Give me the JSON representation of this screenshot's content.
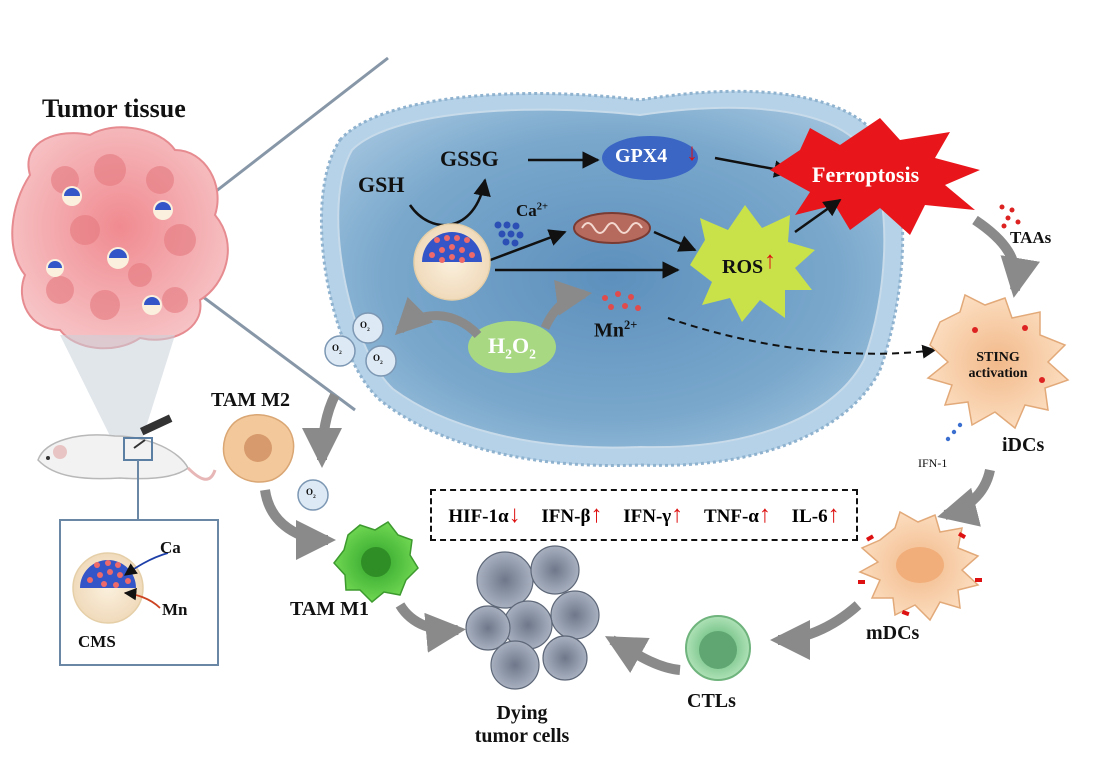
{
  "labels": {
    "tumor_tissue": "Tumor tissue",
    "gssg": "GSSG",
    "gsh": "GSH",
    "gpx4": "GPX4",
    "ferroptosis": "Ferroptosis",
    "ca_ion": "Ca",
    "ca_charge": "2+",
    "ros": "ROS",
    "taas": "TAAs",
    "o2": "O",
    "o2_sub": "2",
    "h2o2_h": "H",
    "h2o2_2a": "2",
    "h2o2_o": "O",
    "h2o2_2b": "2",
    "mn_ion": "Mn",
    "mn_charge": "2+",
    "sting_line1": "STING",
    "sting_line2": "activation",
    "tam_m2": "TAM M2",
    "idcs": "iDCs",
    "ifn1": "IFN-1",
    "tam_m1": "TAM M1",
    "mdcs": "mDCs",
    "ctls": "CTLs",
    "dying_line1": "Dying",
    "dying_line2": "tumor cells",
    "inset_ca": "Ca",
    "inset_mn": "Mn",
    "inset_cms": "CMS"
  },
  "markers": [
    {
      "name": "HIF-1α",
      "arrow": "↓"
    },
    {
      "name": "IFN-β",
      "arrow": "↑"
    },
    {
      "name": "IFN-γ",
      "arrow": "↑"
    },
    {
      "name": "TNF-α",
      "arrow": "↑"
    },
    {
      "name": "IL-6",
      "arrow": "↑"
    }
  ],
  "arrows": {
    "down": "↓",
    "up": "↑"
  },
  "colors": {
    "cell_fill": "#a8c8e0",
    "cell_inner": "#6f9fc4",
    "membrane": "#9cbbd6",
    "gpx4": "#3b66c4",
    "ferroptosis": "#e8161a",
    "ros": "#c9e24a",
    "h2o2": "#a9d883",
    "tam_m2": "#f3c89a",
    "tam_m1": "#5fcf3a",
    "dc": "#f5c79a",
    "ctl": "#8fd49a",
    "dying": "#8e98a8",
    "tumor": "#f0a5a8",
    "red_arrow": "#dd1111"
  }
}
